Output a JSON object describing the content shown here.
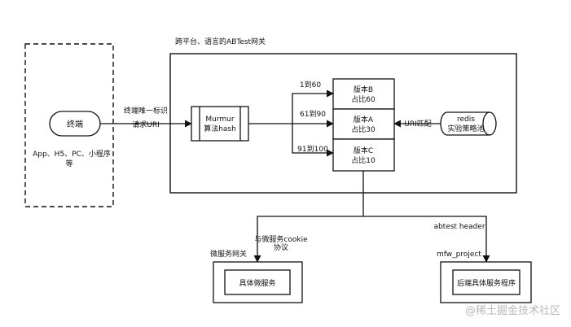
{
  "frame_label": "跨平台、语言的ABTest网关",
  "client": {
    "terminal_label": "终端",
    "caption_line1": "App、H5、PC、小程序",
    "caption_line2": "等"
  },
  "edges": {
    "client_to_hash_line1": "终端唯一标识",
    "client_to_hash_line2": "请求URI",
    "to_version_b": "1到60",
    "to_version_a": "61到90",
    "to_version_c": "91到100",
    "redis_match": "URI匹配",
    "to_microservice_line1": "与微服务cookie",
    "to_microservice_line2": "协议",
    "to_backend": "abtest header"
  },
  "hash_box": {
    "line1": "Murmur",
    "line2": "算法hash"
  },
  "versions": [
    {
      "key": "b",
      "line1": "版本B",
      "line2": "占比60"
    },
    {
      "key": "a",
      "line1": "版本A",
      "line2": "占比30"
    },
    {
      "key": "c",
      "line1": "版本C",
      "line2": "占比10"
    }
  ],
  "redis": {
    "line1": "redis",
    "line2": "实验策略池"
  },
  "microservice": {
    "group_label": "微服务网关",
    "inner_label": "具体微服务"
  },
  "backend": {
    "group_label": "mfw_project",
    "inner_label": "后端具体服务程序"
  },
  "watermark": "@稀土掘金技术社区"
}
